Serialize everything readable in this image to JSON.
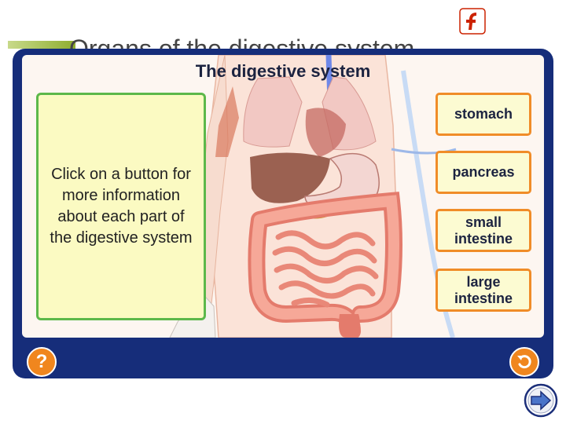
{
  "slide": {
    "title": "Organs of the digestive system"
  },
  "panel": {
    "heading": "The digestive system",
    "info_text": "Click on a button for more information about each part of the digestive system",
    "organ_buttons": [
      {
        "label": "stomach"
      },
      {
        "label": "pancreas"
      },
      {
        "label": "small intestine"
      },
      {
        "label": "large intestine"
      }
    ],
    "help_label": "?"
  },
  "icons": {
    "flash_logo": "flash-logo-icon",
    "help": "question-icon",
    "back": "undo-arrow-icon",
    "next": "next-arrow-icon"
  },
  "colors": {
    "panel_frame": "#162d7a",
    "info_border": "#5cb84a",
    "info_fill": "#fbfac2",
    "button_border": "#f08c28",
    "button_fill": "#fcfbd2",
    "round_button": "#f0861e"
  }
}
